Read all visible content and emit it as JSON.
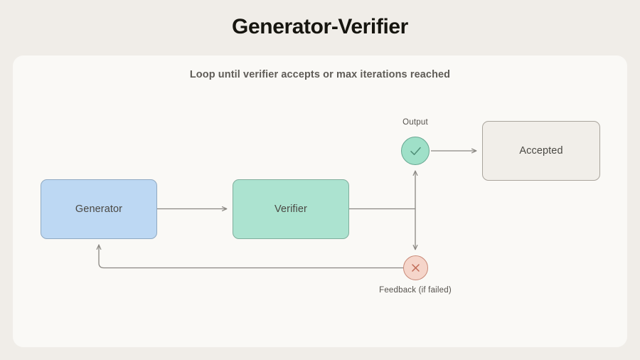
{
  "page": {
    "title": "Generator-Verifier",
    "background_color": "#F0EDE8",
    "card_background_color": "#FAF9F6"
  },
  "diagram": {
    "subtitle": "Loop until verifier accepts or max iterations reached",
    "type": "flowchart",
    "nodes": [
      {
        "id": "generator",
        "label": "Generator",
        "shape": "rounded-rect",
        "fill": "#BDD8F3",
        "stroke": "#8FA9C2"
      },
      {
        "id": "verifier",
        "label": "Verifier",
        "shape": "rounded-rect",
        "fill": "#ACE3D0",
        "stroke": "#7FAE9C"
      },
      {
        "id": "accepted",
        "label": "Accepted",
        "shape": "rounded-rect",
        "fill": "#F1EEE9",
        "stroke": "#A9A49C"
      },
      {
        "id": "output",
        "label": "Output",
        "shape": "circle",
        "icon": "check-icon",
        "fill": "#9FE0C8",
        "stroke": "#66A791"
      },
      {
        "id": "feedback",
        "label": "Feedback (if failed)",
        "shape": "circle",
        "icon": "x-icon",
        "fill": "#F5D5CA",
        "stroke": "#C98A78"
      }
    ],
    "edges": [
      {
        "id": "generator-to-verifier",
        "from": "generator",
        "to": "verifier",
        "arrow": true
      },
      {
        "id": "verifier-to-junction",
        "from": "verifier",
        "to": "junction",
        "arrow": false
      },
      {
        "id": "junction-to-output",
        "from": "junction",
        "to": "output",
        "arrow": true
      },
      {
        "id": "junction-to-feedback",
        "from": "junction",
        "to": "feedback",
        "arrow": true
      },
      {
        "id": "output-to-accepted",
        "from": "output",
        "to": "accepted",
        "arrow": true
      },
      {
        "id": "feedback-to-generator",
        "from": "feedback",
        "to": "generator",
        "arrow": true
      }
    ],
    "edge_color": "#8A8782"
  }
}
